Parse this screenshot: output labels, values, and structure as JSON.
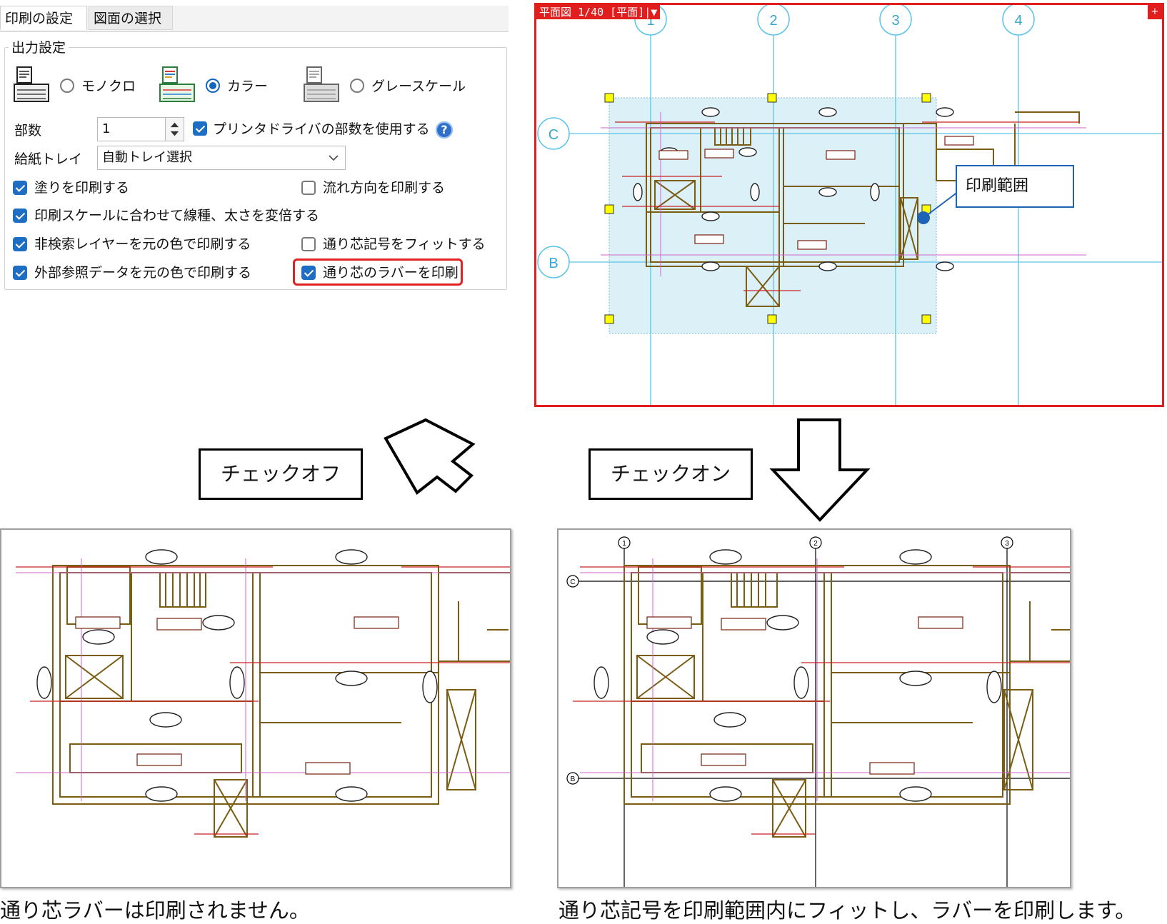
{
  "panel": {
    "tabs": [
      "印刷の設定",
      "図面の選択"
    ],
    "group_title": "出力設定",
    "color_modes": [
      {
        "label": "モノクロ",
        "selected": false
      },
      {
        "label": "カラー",
        "selected": true
      },
      {
        "label": "グレースケール",
        "selected": false
      }
    ],
    "copies_label": "部数",
    "copies_value": "1",
    "use_driver_copies": {
      "label": "プリンタドライバの部数を使用する",
      "checked": true
    },
    "tray_label": "給紙トレイ",
    "tray_value": "自動トレイ選択",
    "options": [
      {
        "label": "塗りを印刷する",
        "checked": true
      },
      {
        "label": "流れ方向を印刷する",
        "checked": false
      },
      {
        "label": "印刷スケールに合わせて線種、太さを変倍する",
        "checked": true
      },
      {
        "label": "非検索レイヤーを元の色で印刷する",
        "checked": true
      },
      {
        "label": "通り芯記号をフィットする",
        "checked": false
      },
      {
        "label": "外部参照データを元の色で印刷する",
        "checked": true
      },
      {
        "label": "通り芯のラバーを印刷",
        "checked": true
      }
    ],
    "help_glyph": "?"
  },
  "plan_window": {
    "title": "平面図 1/40 [平面]",
    "title_suffix": "|▼",
    "pin_glyph": "+",
    "grid_column_labels": [
      "1",
      "2",
      "3",
      "4"
    ],
    "grid_row_labels": [
      "C",
      "B"
    ],
    "callout_label": "印刷範囲"
  },
  "labels": {
    "check_off": "チェックオフ",
    "check_on": "チェックオン"
  },
  "captions": {
    "off": "通り芯ラバーは印刷されません。",
    "on": "通り芯記号を印刷範囲内にフィットし、ラバーを印刷します。"
  },
  "output_on": {
    "grid_column_labels": [
      "1",
      "2",
      "3"
    ],
    "grid_row_labels": [
      "C",
      "B"
    ]
  },
  "colors": {
    "highlight_red": "#e11d1d",
    "accent_blue": "#1e6fc4",
    "grid_cyan": "#5bc4e8",
    "wall_brown": "#7a5c12",
    "magenta_line": "#cc66cc",
    "red_line": "#cc2222",
    "print_area_fill": "#dcf0f8"
  }
}
